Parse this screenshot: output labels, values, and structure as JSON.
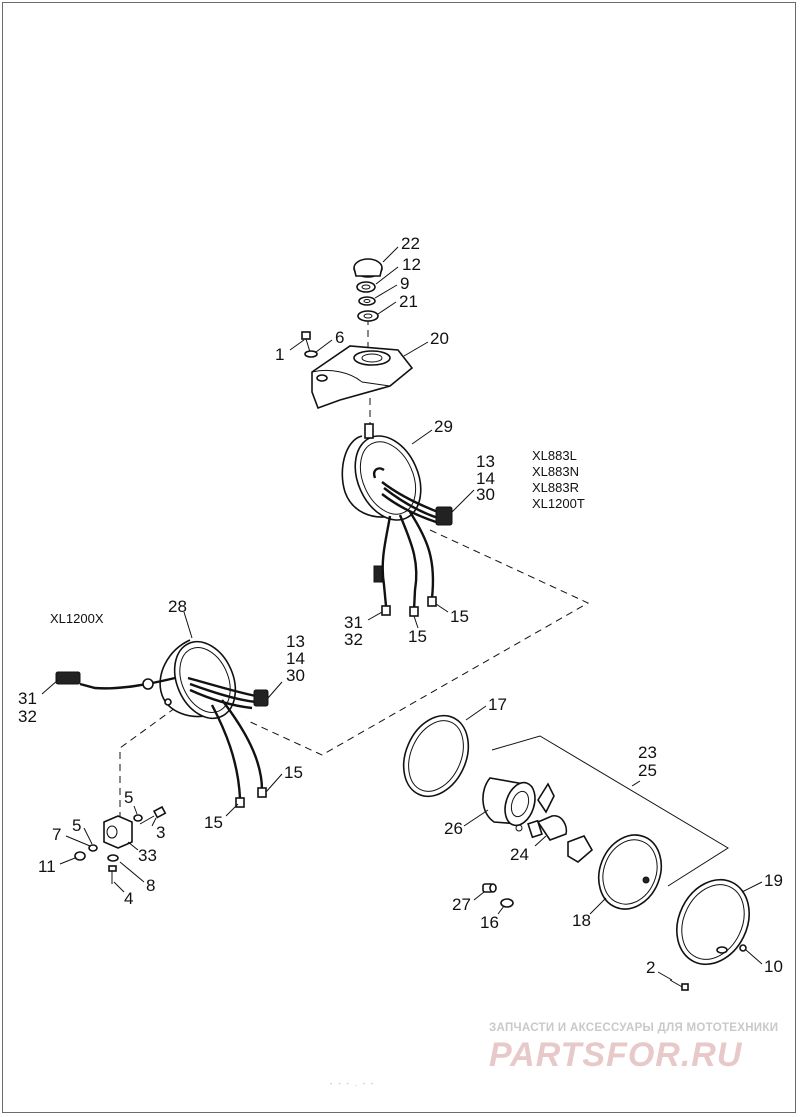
{
  "callouts": {
    "c22": "22",
    "c12": "12",
    "c9": "9",
    "c21": "21",
    "c1": "1",
    "c6": "6",
    "c20": "20",
    "c29": "29",
    "c13a": "13",
    "c14a": "14",
    "c30a": "30",
    "c31a": "31",
    "c32a": "32",
    "c15a": "15",
    "c15b": "15",
    "c28": "28",
    "c13b": "13",
    "c14b": "14",
    "c30b": "30",
    "c31b": "31",
    "c32b": "32",
    "c15c": "15",
    "c15d": "15",
    "c17": "17",
    "c23": "23",
    "c25": "25",
    "c26": "26",
    "c24": "24",
    "c27": "27",
    "c16": "16",
    "c18": "18",
    "c19": "19",
    "c10": "10",
    "c2": "2",
    "c5a": "5",
    "c5b": "5",
    "c3": "3",
    "c7": "7",
    "c33": "33",
    "c11": "11",
    "c8": "8",
    "c4": "4"
  },
  "models": {
    "xl883l": "XL883L",
    "xl883n": "XL883N",
    "xl883r": "XL883R",
    "xl1200t": "XL1200T",
    "xl1200x": "XL1200X"
  },
  "watermark": {
    "caption": "ЗАПЧАСТИ И АКСЕССУАРЫ ДЛЯ МОТОТЕХНИКИ",
    "logo": "PARTSFOR.RU"
  },
  "doc_id": "- - - . - -"
}
